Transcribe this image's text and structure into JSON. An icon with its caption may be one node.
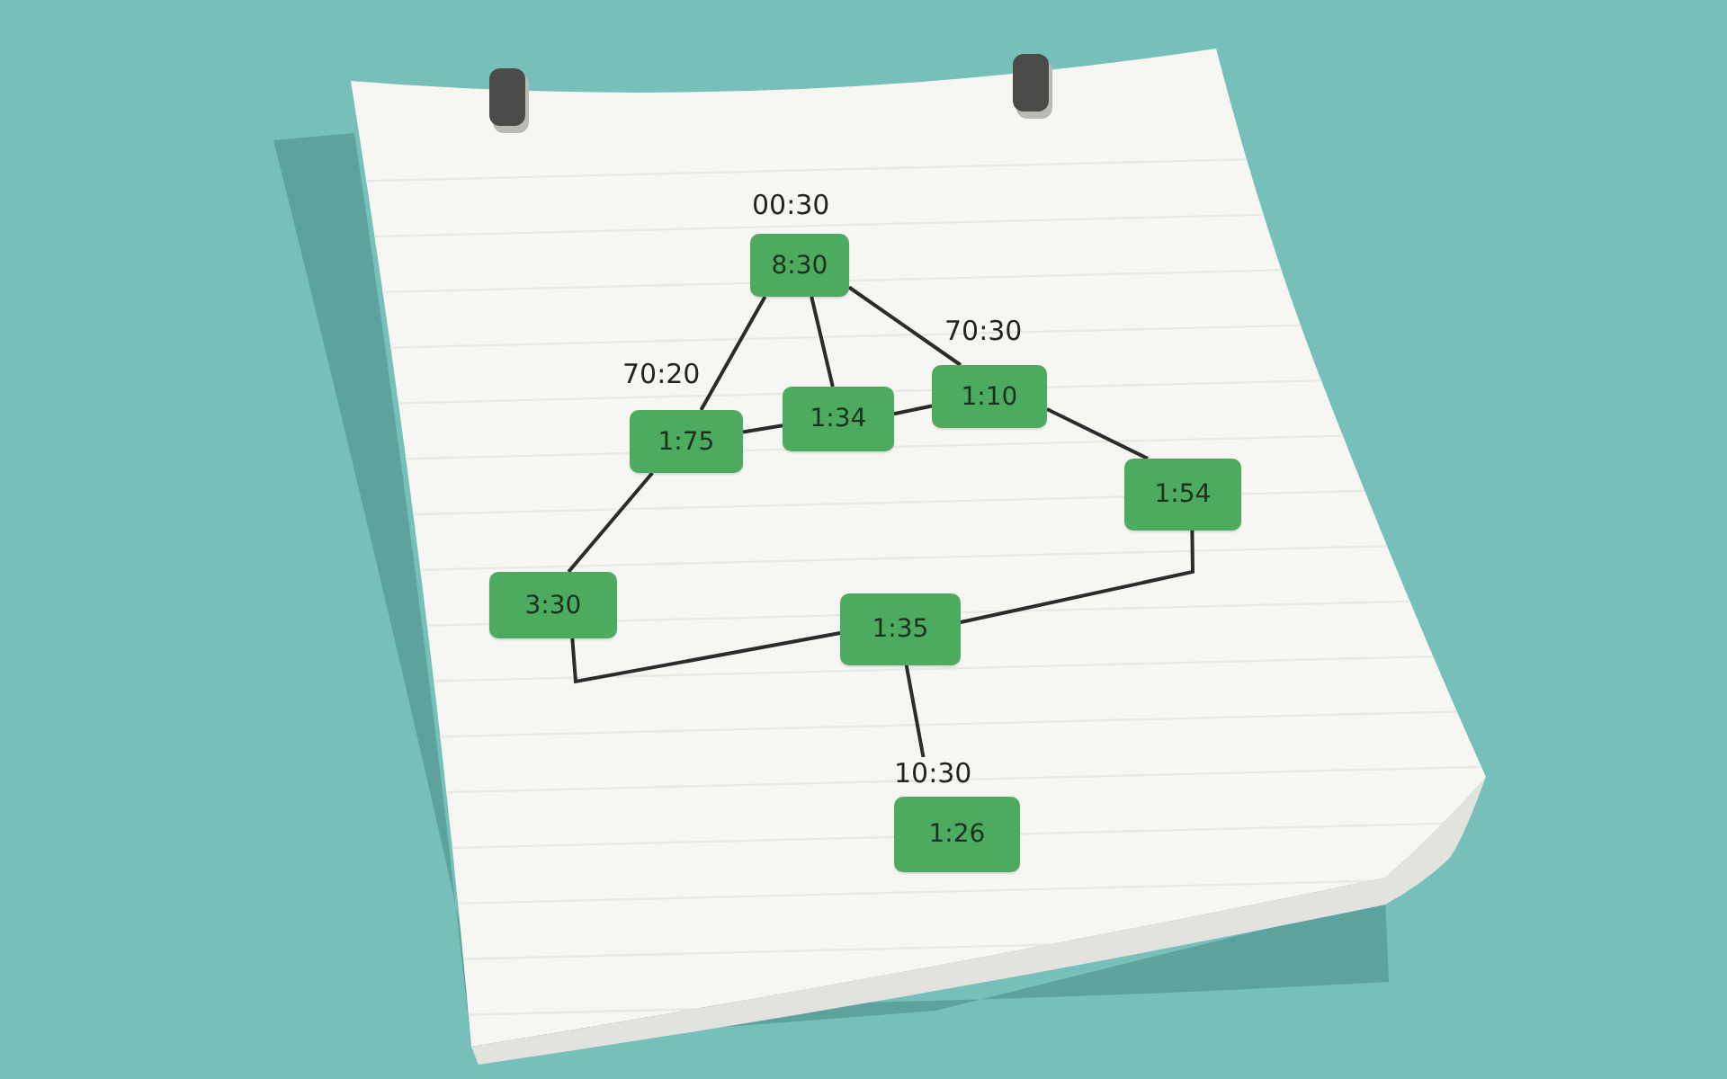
{
  "diagram": {
    "nodes": [
      {
        "text": [
          "8:30"
        ],
        "beside": [
          "00:30"
        ]
      },
      {
        "text": [
          "1:75"
        ],
        "beside": [
          "70:20"
        ]
      },
      {
        "text": [
          "1:34"
        ]
      },
      {
        "text": [
          "1:10"
        ],
        "beside": [
          "70:30"
        ]
      },
      {
        "text": [
          "1:54"
        ]
      },
      {
        "text": [
          "3:30"
        ]
      },
      {
        "text": [
          "1:35"
        ]
      },
      {
        "text": [
          "1:26"
        ],
        "beside": [
          "10:30"
        ]
      }
    ],
    "edges": [
      {
        "from": 0,
        "to": 1,
        "arrow": "none"
      },
      {
        "from": 0,
        "to": 2,
        "arrow": "none"
      },
      {
        "from": 0,
        "to": 3,
        "arrow": "none"
      },
      {
        "from": 1,
        "to": 2,
        "arrow": "none"
      },
      {
        "from": 2,
        "to": 3,
        "arrow": "none"
      },
      {
        "from": 3,
        "to": 4,
        "arrow": "none"
      },
      {
        "from": 1,
        "to": 5,
        "arrow": "none"
      },
      {
        "from": 5,
        "to": 6,
        "arrow": "none"
      },
      {
        "from": 4,
        "to": 6,
        "arrow": "none"
      },
      {
        "from": 6,
        "to": 7,
        "arrow": "none"
      }
    ]
  }
}
